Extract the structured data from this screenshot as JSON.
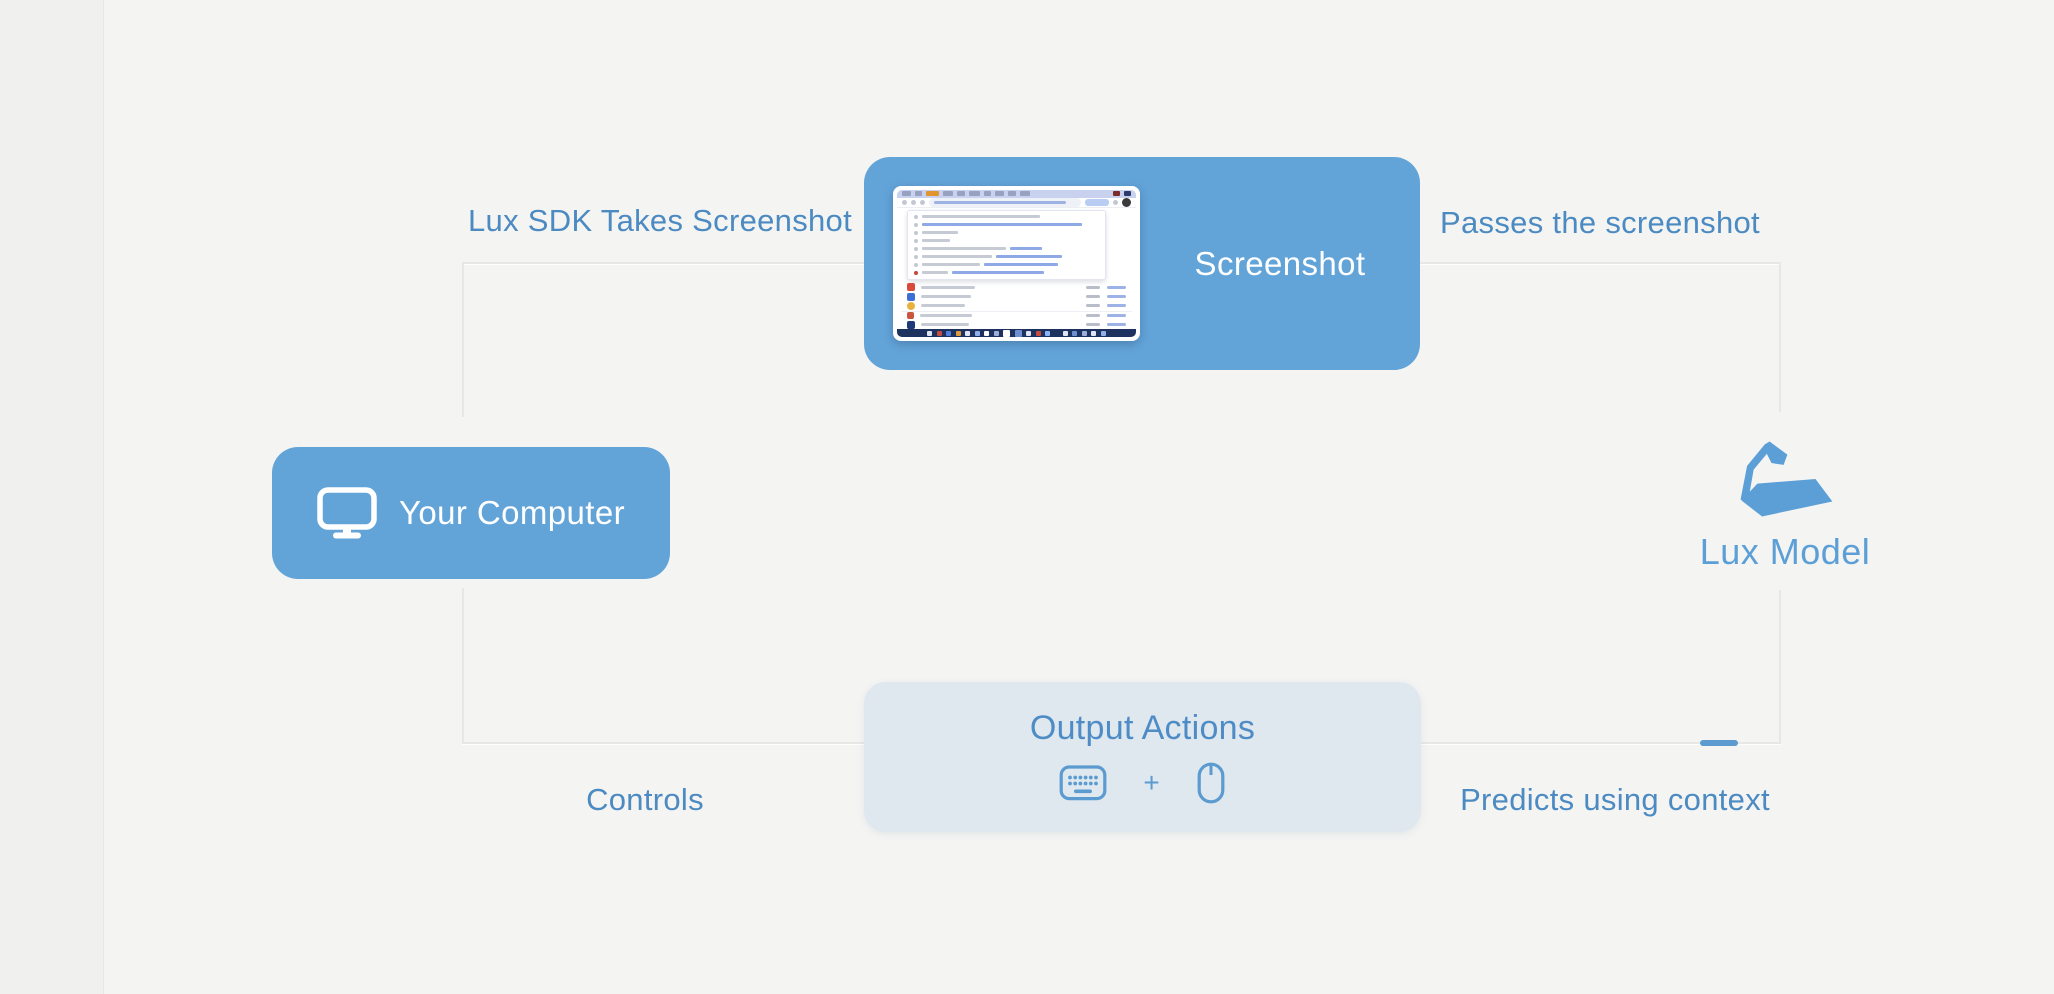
{
  "colors": {
    "page_bg": "#f4f4f3",
    "left_strip_bg": "#f0f0ef",
    "loop_line": "#e7e7e6",
    "node_blue": "#63a4d8",
    "label_blue": "#4c8ac2",
    "model_blue": "#5b9fd6",
    "output_bg": "#dfe7ef",
    "output_text_blue": "#4e8cc6",
    "icon_blue": "#5b9bd0",
    "progress_dash": "#5b9bd0"
  },
  "flow_labels": {
    "top_left": "Lux SDK Takes Screenshot",
    "top_right": "Passes the screenshot",
    "bottom_left": "Controls",
    "bottom_right": "Predicts using context"
  },
  "screenshot_node": {
    "label": "Screenshot"
  },
  "computer_node": {
    "label": "Your Computer"
  },
  "model_node": {
    "label": "Lux Model"
  },
  "output_node": {
    "title": "Output Actions",
    "separator": "+"
  }
}
